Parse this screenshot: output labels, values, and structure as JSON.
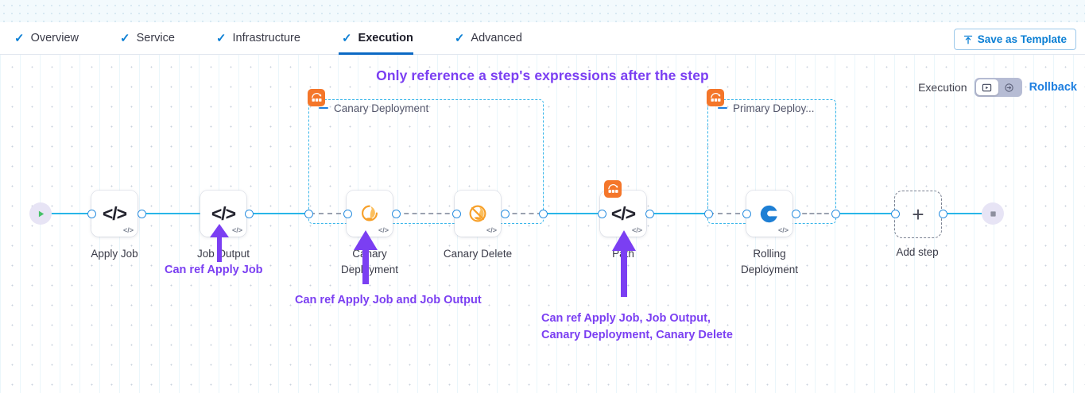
{
  "tabs": [
    {
      "label": "Overview",
      "icon": "check-icon",
      "active": false
    },
    {
      "label": "Service",
      "icon": "check-icon",
      "active": false
    },
    {
      "label": "Infrastructure",
      "icon": "check-icon",
      "active": false
    },
    {
      "label": "Execution",
      "icon": "check-icon",
      "active": true
    },
    {
      "label": "Advanced",
      "icon": "check-icon",
      "active": false
    }
  ],
  "toolbar": {
    "save_template_label": "Save as Template",
    "save_template_icon": "upload-template-icon"
  },
  "headline": "Only reference a step's expressions after the step",
  "exec_control": {
    "label": "Execution",
    "toggle_left_icon": "execution-view-icon",
    "toggle_right_icon": "rollback-view-icon",
    "toggle_selected": "execution-view-icon",
    "rollback_label": "Rollback"
  },
  "pipeline": {
    "start_icon": "play-icon",
    "end_icon": "stop-icon",
    "add_step_label": "Add step",
    "add_step_icon": "plus-icon",
    "nodes": [
      {
        "id": "apply-job",
        "label": "Apply Job",
        "icon": "code-icon",
        "corner": "</>"
      },
      {
        "id": "job-output",
        "label": "Job Output",
        "icon": "code-icon",
        "corner": "</>"
      },
      {
        "id": "canary-deployment",
        "label": "Canary\nDeployment",
        "icon": "canary-deploy-icon",
        "corner": "</>"
      },
      {
        "id": "canary-delete",
        "label": "Canary Delete",
        "icon": "canary-delete-icon",
        "corner": "</>"
      },
      {
        "id": "path",
        "label": "Path",
        "icon": "code-icon",
        "corner": "</>"
      },
      {
        "id": "rolling-deployment",
        "label": "Rolling\nDeployment",
        "icon": "harness-deploy-icon",
        "corner": "</>"
      }
    ],
    "groups": [
      {
        "id": "canary-deployment-group",
        "label": "Canary Deployment",
        "badge_icon": "step-group-icon"
      },
      {
        "id": "primary-deployment-group",
        "label": "Primary Deploy...",
        "badge_icon": "step-group-icon"
      }
    ]
  },
  "annotations": [
    {
      "id": "anno-apply-job",
      "text": "Can ref Apply Job"
    },
    {
      "id": "anno-canary-deployment",
      "text": "Can ref Apply Job and Job Output"
    },
    {
      "id": "anno-path",
      "text": "Can ref Apply Job, Job Output,\nCanary Deployment, Canary Delete"
    }
  ],
  "colors": {
    "accent_purple": "#7b3ff2",
    "link_blue": "#29b6e8",
    "tab_blue": "#0b7fd4",
    "group_border": "#39b6ea",
    "badge_orange": "#f4762a",
    "node_icon_orange": "#f7a02a"
  }
}
